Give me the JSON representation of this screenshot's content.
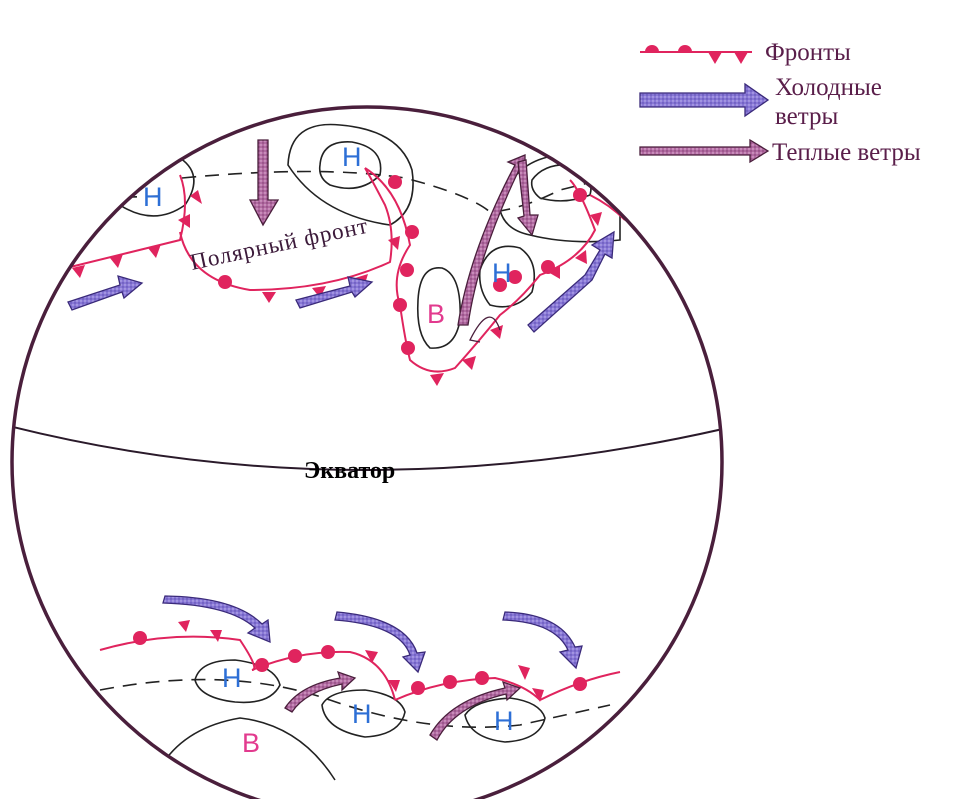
{
  "legend": {
    "fronts_label": "Фронты",
    "cold_winds_line1": "Холодные",
    "cold_winds_line2": "ветры",
    "warm_winds_label": "Теплые ветры"
  },
  "labels": {
    "equator": "Экватор",
    "polar_front": "Полярный фронт",
    "low_pressure": "Н",
    "high_pressure": "В"
  },
  "colors": {
    "globe_outline": "#4a1f3c",
    "front": "#e0245e",
    "cold_wind": "#8877d6",
    "warm_wind": "#b26aa2",
    "low_text": "#2d6fd6",
    "high_text": "#e23a8e"
  }
}
